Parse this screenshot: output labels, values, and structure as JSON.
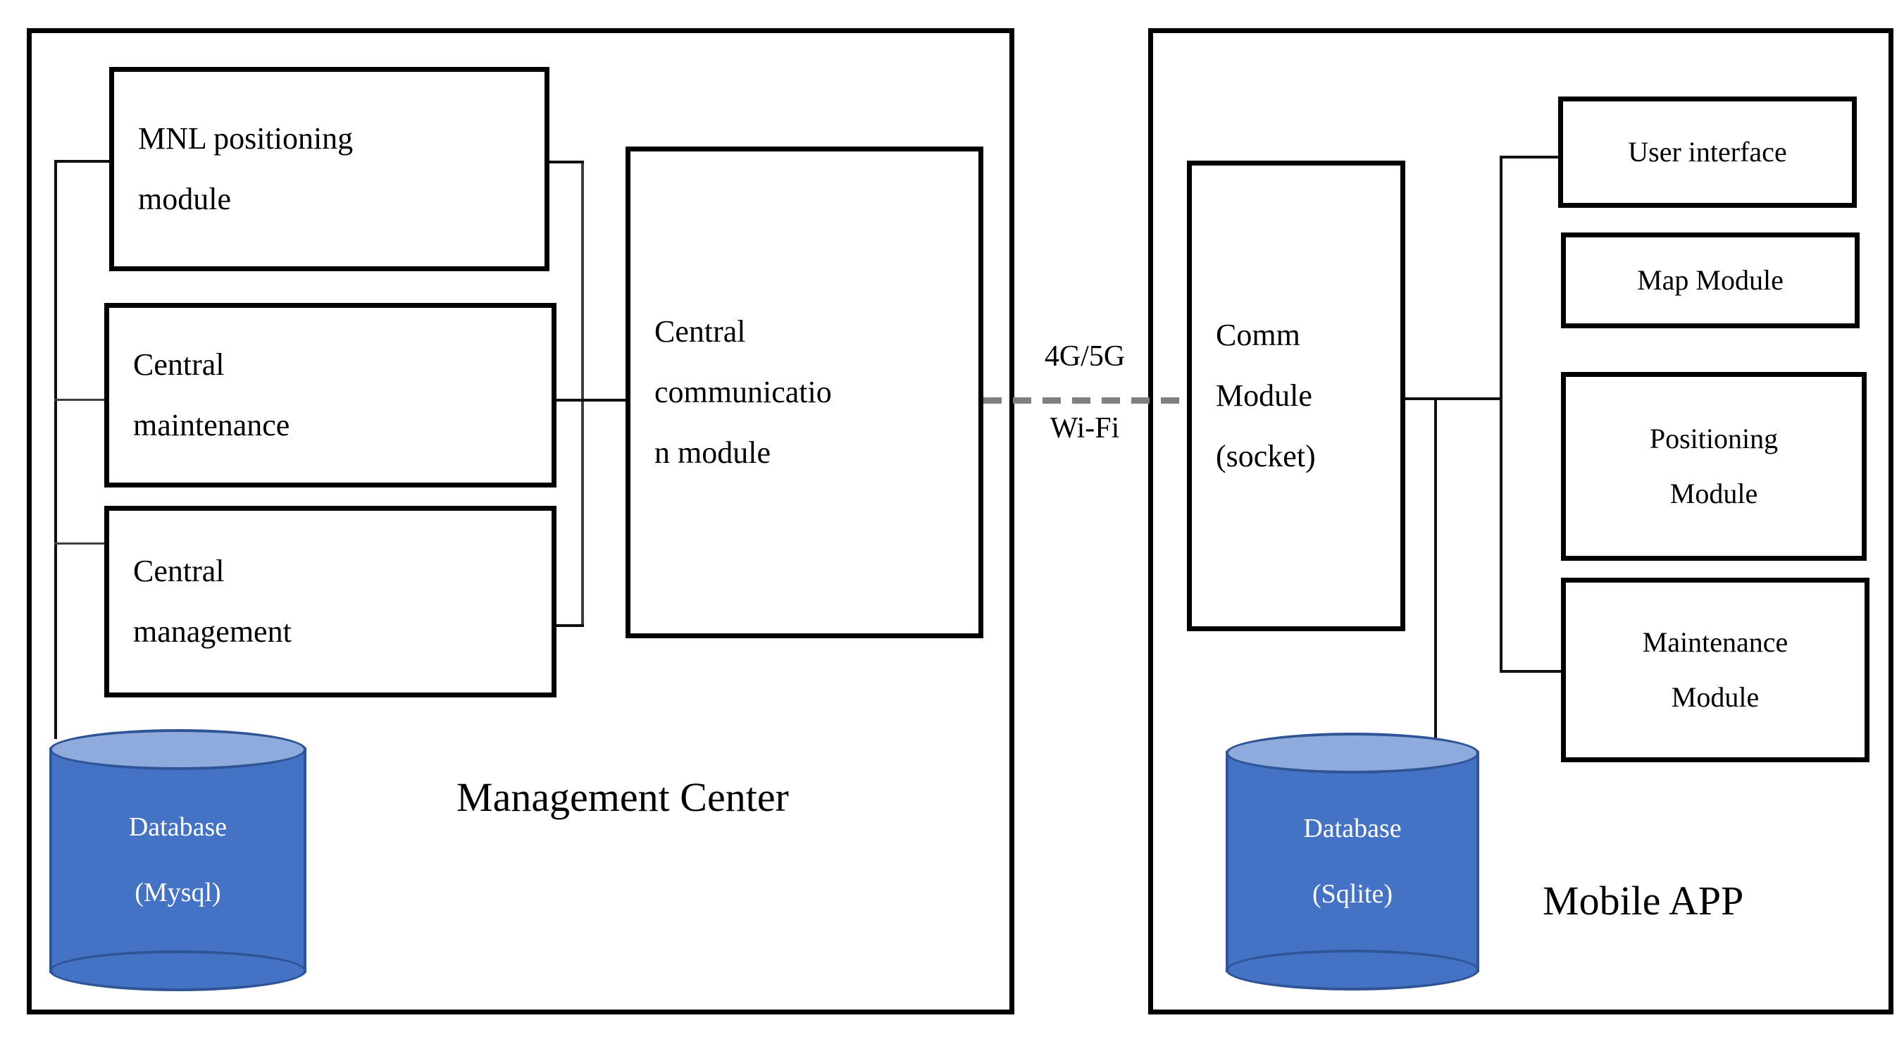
{
  "diagram": {
    "title": "System Architecture: Management Center and Mobile APP",
    "colors": {
      "box_border": "#000000",
      "connector": "#404040",
      "wireless_link": "#808080",
      "db_body": "#4472C4",
      "db_top": "#8FAADC",
      "db_border": "#2F5597",
      "db_text": "#FFFFFF",
      "background": "#FFFFFF"
    }
  },
  "management_center": {
    "caption": "Management Center",
    "modules": [
      {
        "id": "mnl-positioning-module",
        "line1": "MNL positioning",
        "line2": "module"
      },
      {
        "id": "central-maintenance",
        "line1": "Central",
        "line2": "maintenance"
      },
      {
        "id": "central-management",
        "line1": "Central",
        "line2": "management"
      }
    ],
    "communication_module": {
      "id": "central-communication-module",
      "line1": "Central",
      "line2": "communicatio",
      "line3": "n module"
    },
    "database": {
      "id": "database-mysql",
      "line1": "Database",
      "line2": "(Mysql)"
    }
  },
  "wireless_link": {
    "label_top": "4G/5G",
    "label_bottom": "Wi-Fi",
    "style": "dashed"
  },
  "mobile_app": {
    "caption": "Mobile APP",
    "comm_module": {
      "id": "comm-module-socket",
      "line1": "Comm",
      "line2": "Module",
      "line3": "(socket)"
    },
    "modules": [
      {
        "id": "user-interface",
        "line1": "User interface",
        "line2": ""
      },
      {
        "id": "map-module",
        "line1": "Map Module",
        "line2": ""
      },
      {
        "id": "positioning-module",
        "line1": "Positioning",
        "line2": "Module"
      },
      {
        "id": "maintenance-module",
        "line1": "Maintenance",
        "line2": "Module"
      }
    ],
    "database": {
      "id": "database-sqlite",
      "line1": "Database",
      "line2": "(Sqlite)"
    }
  }
}
